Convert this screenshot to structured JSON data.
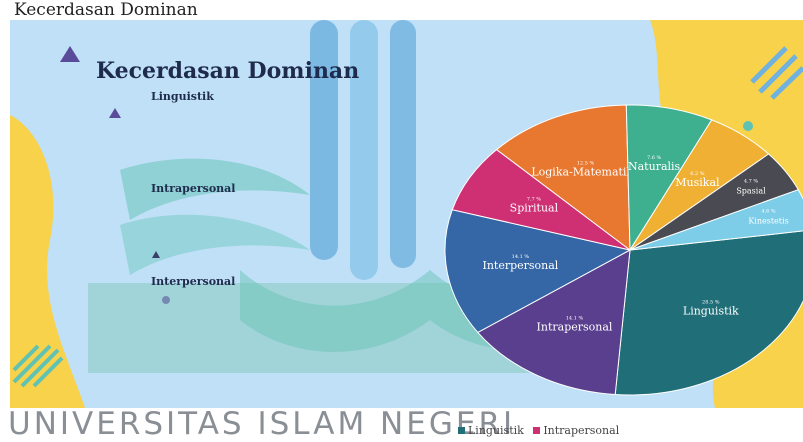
{
  "caption": "Kecerdasan Dominan",
  "slide": {
    "title": "Kecerdasan Dominan",
    "sections": [
      {
        "heading": "Linguistik",
        "body": ""
      },
      {
        "heading": "Intrapersonal",
        "body": ""
      },
      {
        "heading": "Interpersonal",
        "body": ""
      }
    ]
  },
  "watermark": "UNIVERSITAS ISLAM NEGERI",
  "colors": {
    "slide_bg": "#bfe0f6",
    "yellow": "#f7d24a",
    "teal": "#5fc2b3",
    "blue_bar": "#6fb2df",
    "purple": "#5a4a9a",
    "title": "#1f2b4d"
  },
  "chart_data": {
    "type": "pie",
    "title": "",
    "slices": [
      {
        "label": "Linguistik",
        "percent": "28.5 %",
        "value": 28.5,
        "color": "#1f6e78"
      },
      {
        "label": "Intrapersonal",
        "percent": "14.1 %",
        "value": 14.1,
        "color": "#5a3f8e"
      },
      {
        "label": "Interpersonal",
        "percent": "14.1 %",
        "value": 14.1,
        "color": "#3566a6"
      },
      {
        "label": "Spiritual",
        "percent": "7.7 %",
        "value": 7.7,
        "color": "#cf2f73"
      },
      {
        "label": "Logika-Matematika",
        "percent": "12.5 %",
        "value": 12.5,
        "color": "#e8772f"
      },
      {
        "label": "Naturalis",
        "percent": "7.6 %",
        "value": 7.6,
        "color": "#3fb08f"
      },
      {
        "label": "Musikal",
        "percent": "6.2 %",
        "value": 6.2,
        "color": "#efb033"
      },
      {
        "label": "Spasial",
        "percent": "4.7 %",
        "value": 4.7,
        "color": "#4a4a52"
      },
      {
        "label": "Kinestetis",
        "percent": "4.6 %",
        "value": 4.6,
        "color": "#7dcde8"
      }
    ],
    "legend": {
      "position": "bottom",
      "entries": [
        {
          "label": "Linguistik",
          "color": "#1f6e78"
        },
        {
          "label": "Intrapersonal",
          "color": "#cf2f73"
        }
      ]
    }
  }
}
